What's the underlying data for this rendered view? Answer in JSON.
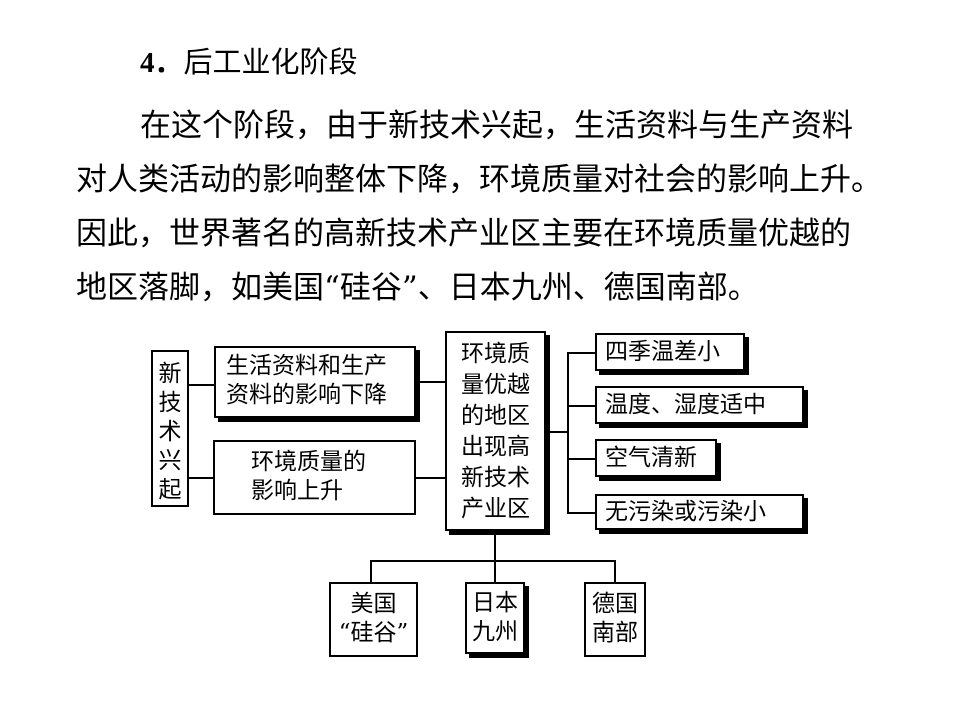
{
  "heading": {
    "number": "4．",
    "title": "后工业化阶段"
  },
  "paragraph": {
    "lines": [
      "在这个阶段，由于新技术兴起，生活资料与生产资料",
      "对人类活动的影响整体下降，环境质量对社会的影响上升。",
      "因此，世界著名的高新技术产业区主要在环境质量优越的",
      "地区落脚，如美国“硅谷”、日本九州、德国南部。"
    ]
  },
  "diagram": {
    "source": {
      "chars": [
        "新",
        "技",
        "术",
        "兴",
        "起"
      ]
    },
    "effect_top": {
      "lines": [
        "生活资料和生产",
        "资料的影响下降"
      ]
    },
    "effect_bottom": {
      "lines": [
        "环境质量的",
        "影响上升"
      ]
    },
    "center": {
      "lines": [
        "环境质",
        "量优越",
        "的地区",
        "出现高",
        "新技术",
        "产业区"
      ]
    },
    "conditions": [
      "四季温差小",
      "温度、湿度适中",
      "空气清新",
      "无污染或污染小"
    ],
    "examples": [
      {
        "lines": [
          "美国",
          "“硅谷”"
        ]
      },
      {
        "lines": [
          "日本",
          "九州"
        ]
      },
      {
        "lines": [
          "德国",
          "南部"
        ]
      }
    ]
  }
}
